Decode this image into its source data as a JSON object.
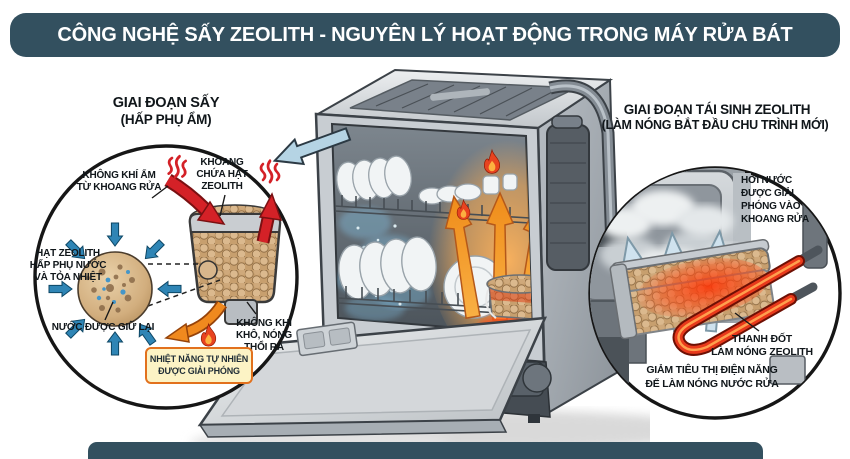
{
  "banner": {
    "title": "CÔNG NGHỆ SẤY ZEOLITH - NGUYÊN LÝ HOẠT ĐỘNG TRONG MÁY RỬA BÁT",
    "background_color": "#33505f",
    "text_color": "#ffffff"
  },
  "left_stage": {
    "heading": "GIAI ĐOẠN SẤY",
    "subheading": "(HẤP PHỤ ẨM)",
    "labels": {
      "moist_air": "KHÔNG KHÍ ẨM\nTỪ KHOANG RỬA",
      "zeolith_chamber": "KHOANG\nCHỨA HẠT\nZEOLITH",
      "bead_absorb": "HẠT ZEOLITH\nHẤP PHỤ NƯỚC\nVÀ TỎA NHIỆT",
      "water_kept": "NƯỚC ĐƯỢC GIỮ LẠI",
      "dry_air_out": "KHÔNG KHÍ\nKHÔ, NÓNG\nTHỔI RA",
      "heat_release": "NHIỆT NĂNG TỰ NHIÊN\nĐƯỢC GIẢI PHÓNG"
    }
  },
  "right_stage": {
    "heading": "GIAI ĐOẠN TÁI SINH ZEOLITH",
    "subheading": "(LÀM NÓNG BẮT ĐẦU CHU TRÌNH MỚI)",
    "labels": {
      "steam_release": "HƠI NƯỚC\nĐƯỢC GIẢI\nPHÓNG VÀO\nKHOANG RỬA",
      "heater": "THANH ĐỐT\nLÀM NÓNG ZEOLITH",
      "power_save": "GIẢM TIÊU THỊ ĐIỆN NĂNG\nĐỂ LÀM NÓNG NƯỚC RỬA"
    }
  },
  "colors": {
    "hot_arrow_red": "#d42127",
    "absorb_arrow_blue": "#2f85b5",
    "energy_arrow_orange": "#f0891e",
    "highlight_bg": "#fcf3c5",
    "highlight_border": "#e2711d",
    "steam_arrow_blue": "#cfe2ee",
    "bead_tan": "#d8b68c"
  }
}
